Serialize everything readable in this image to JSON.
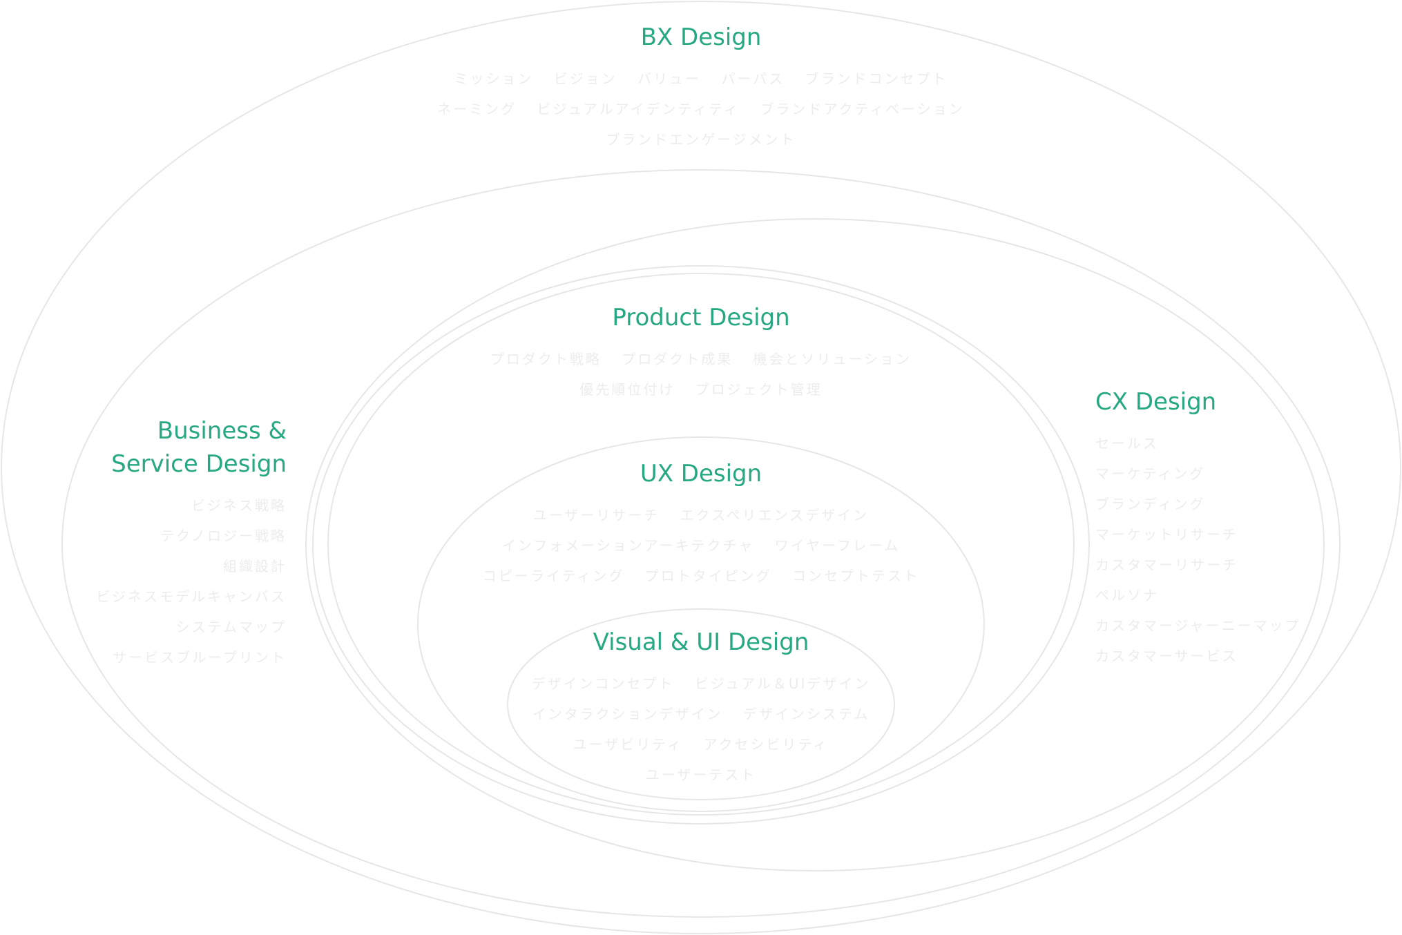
{
  "diagram": {
    "bx": {
      "title": "BX  Design",
      "rows": [
        [
          "ミッション",
          "ビジョン",
          "バリュー",
          "パーパス",
          "ブランドコンセプト"
        ],
        [
          "ネーミング",
          "ビジュアルアイデンティティ",
          "ブランドアクティベーション"
        ],
        [
          "ブランドエンゲージメント"
        ]
      ]
    },
    "business": {
      "title_lines": [
        "Business &",
        "Service Design"
      ],
      "items": [
        "ビジネス戦略",
        "テクノロジー戦略",
        "組織設計",
        "ビジネスモデルキャンバス",
        "システムマップ",
        "サービスブループリント"
      ]
    },
    "cx": {
      "title": "CX Design",
      "items": [
        "セールス",
        "マーケティング",
        "ブランディング",
        "マーケットリサーチ",
        "カスタマーリサーチ",
        "ペルソナ",
        "カスタマージャーニーマップ",
        "カスタマーサービス"
      ]
    },
    "product": {
      "title": "Product Design",
      "rows": [
        [
          "プロダクト戦略",
          "プロダクト成果",
          "機会とソリューション"
        ],
        [
          "優先順位付け",
          "プロジェクト管理"
        ]
      ]
    },
    "ux": {
      "title": "UX Design",
      "rows": [
        [
          "ユーザーリサーチ",
          "エクスペリエンスデザイン"
        ],
        [
          "インフォメーションアーキテクチャ",
          "ワイヤーフレーム"
        ],
        [
          "コピーライティング",
          "プロトタイピング",
          "コンセプトテスト"
        ]
      ]
    },
    "visual": {
      "title": "Visual & UI Design",
      "rows": [
        [
          "デザインコンセプト",
          "ビジュアル＆UIデザイン"
        ],
        [
          "インタラクションデザイン",
          "デザインシステム"
        ],
        [
          "ユーザビリティ",
          "アクセシビリティ"
        ],
        [
          "ユーザーテスト"
        ]
      ]
    }
  }
}
